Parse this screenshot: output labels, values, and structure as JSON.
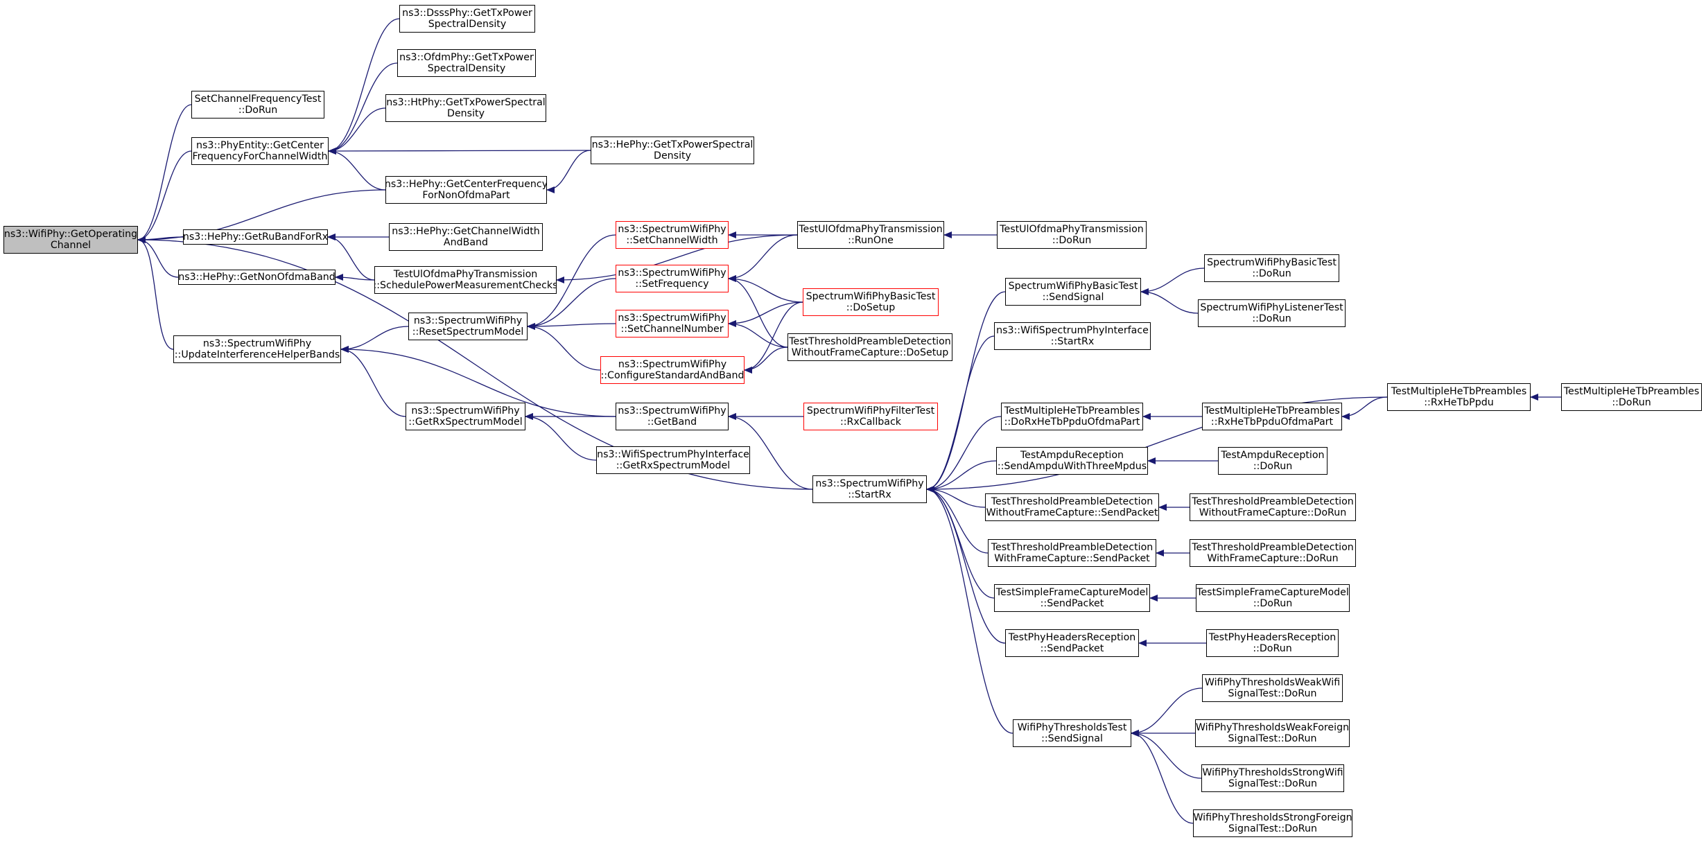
{
  "diagram": {
    "colors": {
      "edge": "#191970",
      "box_border": "#000000",
      "root_fill": "#bfbfbf",
      "truncated_border": "#ff0000",
      "background": "#ffffff"
    },
    "nodes": [
      {
        "id": "root",
        "lines": [
          "ns3::WifiPhy::GetOperating",
          "Channel"
        ],
        "style": "root"
      },
      {
        "id": "scft",
        "lines": [
          "SetChannelFrequencyTest",
          "::DoRun"
        ]
      },
      {
        "id": "pe_gcf",
        "lines": [
          "ns3::PhyEntity::GetCenter",
          "FrequencyForChannelWidth"
        ]
      },
      {
        "id": "dsss",
        "lines": [
          "ns3::DsssPhy::GetTxPower",
          "SpectralDensity"
        ]
      },
      {
        "id": "ofdm",
        "lines": [
          "ns3::OfdmPhy::GetTxPower",
          "SpectralDensity"
        ]
      },
      {
        "id": "ht",
        "lines": [
          "ns3::HtPhy::GetTxPowerSpectral",
          "Density"
        ]
      },
      {
        "id": "he_gtx",
        "lines": [
          "ns3::HePhy::GetTxPowerSpectral",
          "Density"
        ]
      },
      {
        "id": "he_gcf",
        "lines": [
          "ns3::HePhy::GetCenterFrequency",
          "ForNonOfdmaPart"
        ]
      },
      {
        "id": "he_ru",
        "lines": [
          "ns3::HePhy::GetRuBandForRx"
        ]
      },
      {
        "id": "he_gcw",
        "lines": [
          "ns3::HePhy::GetChannelWidth",
          "AndBand"
        ]
      },
      {
        "id": "he_gno",
        "lines": [
          "ns3::HePhy::GetNonOfdmaBand"
        ]
      },
      {
        "id": "tuo_spm",
        "lines": [
          "TestUlOfdmaPhyTransmission",
          "::SchedulePowerMeasurementChecks"
        ]
      },
      {
        "id": "swp_uihb",
        "lines": [
          "ns3::SpectrumWifiPhy",
          "::UpdateInterferenceHelperBands"
        ]
      },
      {
        "id": "swp_rsm",
        "lines": [
          "ns3::SpectrumWifiPhy",
          "::ResetSpectrumModel"
        ]
      },
      {
        "id": "swp_grsm",
        "lines": [
          "ns3::SpectrumWifiPhy",
          "::GetRxSpectrumModel"
        ]
      },
      {
        "id": "swp_scw",
        "lines": [
          "ns3::SpectrumWifiPhy",
          "::SetChannelWidth"
        ],
        "style": "red"
      },
      {
        "id": "swp_sf",
        "lines": [
          "ns3::SpectrumWifiPhy",
          "::SetFrequency"
        ],
        "style": "red"
      },
      {
        "id": "swp_scn",
        "lines": [
          "ns3::SpectrumWifiPhy",
          "::SetChannelNumber"
        ],
        "style": "red"
      },
      {
        "id": "swp_csab",
        "lines": [
          "ns3::SpectrumWifiPhy",
          "::ConfigureStandardAndBand"
        ],
        "style": "red"
      },
      {
        "id": "swp_gb",
        "lines": [
          "ns3::SpectrumWifiPhy",
          "::GetBand"
        ]
      },
      {
        "id": "wspi_grsm",
        "lines": [
          "ns3::WifiSpectrumPhyInterface",
          "::GetRxSpectrumModel"
        ]
      },
      {
        "id": "tuo_ro",
        "lines": [
          "TestUlOfdmaPhyTransmission",
          "::RunOne"
        ]
      },
      {
        "id": "tuo_dr",
        "lines": [
          "TestUlOfdmaPhyTransmission",
          "::DoRun"
        ]
      },
      {
        "id": "swpbt_ds",
        "lines": [
          "SpectrumWifiPhyBasicTest",
          "::DoSetup"
        ],
        "style": "red"
      },
      {
        "id": "ttpd_wo_ds",
        "lines": [
          "TestThresholdPreambleDetection",
          "WithoutFrameCapture::DoSetup"
        ]
      },
      {
        "id": "swpft_rx",
        "lines": [
          "SpectrumWifiPhyFilterTest",
          "::RxCallback"
        ],
        "style": "red"
      },
      {
        "id": "swp_srx",
        "lines": [
          "ns3::SpectrumWifiPhy",
          "::StartRx"
        ]
      },
      {
        "id": "swpbt_ss",
        "lines": [
          "SpectrumWifiPhyBasicTest",
          "::SendSignal"
        ]
      },
      {
        "id": "wspi_srx",
        "lines": [
          "ns3::WifiSpectrumPhyInterface",
          "::StartRx"
        ]
      },
      {
        "id": "tmhtp_do",
        "lines": [
          "TestMultipleHeTbPreambles",
          "::DoRxHeTbPpduOfdmaPart"
        ]
      },
      {
        "id": "tar_sa",
        "lines": [
          "TestAmpduReception",
          "::SendAmpduWithThreeMpdus"
        ]
      },
      {
        "id": "ttpd_wo_sp",
        "lines": [
          "TestThresholdPreambleDetection",
          "WithoutFrameCapture::SendPacket"
        ]
      },
      {
        "id": "ttpd_w_sp",
        "lines": [
          "TestThresholdPreambleDetection",
          "WithFrameCapture::SendPacket"
        ]
      },
      {
        "id": "tsfcm_sp",
        "lines": [
          "TestSimpleFrameCaptureModel",
          "::SendPacket"
        ]
      },
      {
        "id": "tphr_sp",
        "lines": [
          "TestPhyHeadersReception",
          "::SendPacket"
        ]
      },
      {
        "id": "wptt_ss",
        "lines": [
          "WifiPhyThresholdsTest",
          "::SendSignal"
        ]
      },
      {
        "id": "swpbt_dr",
        "lines": [
          "SpectrumWifiPhyBasicTest",
          "::DoRun"
        ]
      },
      {
        "id": "swplt_dr",
        "lines": [
          "SpectrumWifiPhyListenerTest",
          "::DoRun"
        ]
      },
      {
        "id": "tmhtp_rx",
        "lines": [
          "TestMultipleHeTbPreambles",
          "::RxHeTbPpduOfdmaPart"
        ]
      },
      {
        "id": "tmhtp_rhp",
        "lines": [
          "TestMultipleHeTbPreambles",
          "::RxHeTbPpdu"
        ]
      },
      {
        "id": "tmhtp_dr",
        "lines": [
          "TestMultipleHeTbPreambles",
          "::DoRun"
        ]
      },
      {
        "id": "tar_dr",
        "lines": [
          "TestAmpduReception",
          "::DoRun"
        ]
      },
      {
        "id": "ttpd_wo_dr",
        "lines": [
          "TestThresholdPreambleDetection",
          "WithoutFrameCapture::DoRun"
        ]
      },
      {
        "id": "ttpd_w_dr",
        "lines": [
          "TestThresholdPreambleDetection",
          "WithFrameCapture::DoRun"
        ]
      },
      {
        "id": "tsfcm_dr",
        "lines": [
          "TestSimpleFrameCaptureModel",
          "::DoRun"
        ]
      },
      {
        "id": "tphr_dr",
        "lines": [
          "TestPhyHeadersReception",
          "::DoRun"
        ]
      },
      {
        "id": "wptww_dr",
        "lines": [
          "WifiPhyThresholdsWeakWifi",
          "SignalTest::DoRun"
        ]
      },
      {
        "id": "wptwf_dr",
        "lines": [
          "WifiPhyThresholdsWeakForeign",
          "SignalTest::DoRun"
        ]
      },
      {
        "id": "wptsw_dr",
        "lines": [
          "WifiPhyThresholdsStrongWifi",
          "SignalTest::DoRun"
        ]
      },
      {
        "id": "wptsf_dr",
        "lines": [
          "WifiPhyThresholdsStrongForeign",
          "SignalTest::DoRun"
        ]
      }
    ],
    "edges": [
      [
        "scft",
        "root"
      ],
      [
        "pe_gcf",
        "root"
      ],
      [
        "he_gcf",
        "root"
      ],
      [
        "he_ru",
        "root"
      ],
      [
        "he_gno",
        "root"
      ],
      [
        "swp_uihb",
        "root"
      ],
      [
        "swp_srx",
        "root"
      ],
      [
        "dsss",
        "pe_gcf"
      ],
      [
        "ofdm",
        "pe_gcf"
      ],
      [
        "ht",
        "pe_gcf"
      ],
      [
        "he_gtx",
        "pe_gcf"
      ],
      [
        "he_gcf",
        "pe_gcf"
      ],
      [
        "he_gtx",
        "he_gcf"
      ],
      [
        "he_gcw",
        "he_ru"
      ],
      [
        "tuo_spm",
        "he_ru"
      ],
      [
        "tuo_spm",
        "he_gno"
      ],
      [
        "tuo_ro",
        "tuo_spm"
      ],
      [
        "swp_rsm",
        "swp_uihb"
      ],
      [
        "swp_gb",
        "swp_uihb"
      ],
      [
        "swp_grsm",
        "swp_uihb"
      ],
      [
        "swp_scw",
        "swp_rsm"
      ],
      [
        "swp_sf",
        "swp_rsm"
      ],
      [
        "swp_scn",
        "swp_rsm"
      ],
      [
        "swp_csab",
        "swp_rsm"
      ],
      [
        "swp_gb",
        "swp_grsm"
      ],
      [
        "wspi_grsm",
        "swp_grsm"
      ],
      [
        "tuo_ro",
        "swp_scw"
      ],
      [
        "tuo_ro",
        "swp_sf"
      ],
      [
        "swpbt_ds",
        "swp_sf"
      ],
      [
        "ttpd_wo_ds",
        "swp_sf"
      ],
      [
        "swpbt_ds",
        "swp_scn"
      ],
      [
        "ttpd_wo_ds",
        "swp_scn"
      ],
      [
        "swpbt_ds",
        "swp_csab"
      ],
      [
        "ttpd_wo_ds",
        "swp_csab"
      ],
      [
        "tuo_dr",
        "tuo_ro"
      ],
      [
        "swpft_rx",
        "swp_gb"
      ],
      [
        "swp_srx",
        "swp_gb"
      ],
      [
        "swpbt_ss",
        "swp_srx"
      ],
      [
        "wspi_srx",
        "swp_srx"
      ],
      [
        "tmhtp_rhp",
        "swp_srx"
      ],
      [
        "tmhtp_do",
        "swp_srx"
      ],
      [
        "tar_sa",
        "swp_srx"
      ],
      [
        "ttpd_wo_sp",
        "swp_srx"
      ],
      [
        "ttpd_w_sp",
        "swp_srx"
      ],
      [
        "tsfcm_sp",
        "swp_srx"
      ],
      [
        "tphr_sp",
        "swp_srx"
      ],
      [
        "wptt_ss",
        "swp_srx"
      ],
      [
        "swpbt_dr",
        "swpbt_ss"
      ],
      [
        "swplt_dr",
        "swpbt_ss"
      ],
      [
        "tmhtp_rx",
        "tmhtp_do"
      ],
      [
        "tmhtp_rhp",
        "tmhtp_rx"
      ],
      [
        "tmhtp_dr",
        "tmhtp_rhp"
      ],
      [
        "tar_dr",
        "tar_sa"
      ],
      [
        "ttpd_wo_dr",
        "ttpd_wo_sp"
      ],
      [
        "ttpd_w_dr",
        "ttpd_w_sp"
      ],
      [
        "tsfcm_dr",
        "tsfcm_sp"
      ],
      [
        "tphr_dr",
        "tphr_sp"
      ],
      [
        "wptww_dr",
        "wptt_ss"
      ],
      [
        "wptwf_dr",
        "wptt_ss"
      ],
      [
        "wptsw_dr",
        "wptt_ss"
      ],
      [
        "wptsf_dr",
        "wptt_ss"
      ]
    ]
  }
}
